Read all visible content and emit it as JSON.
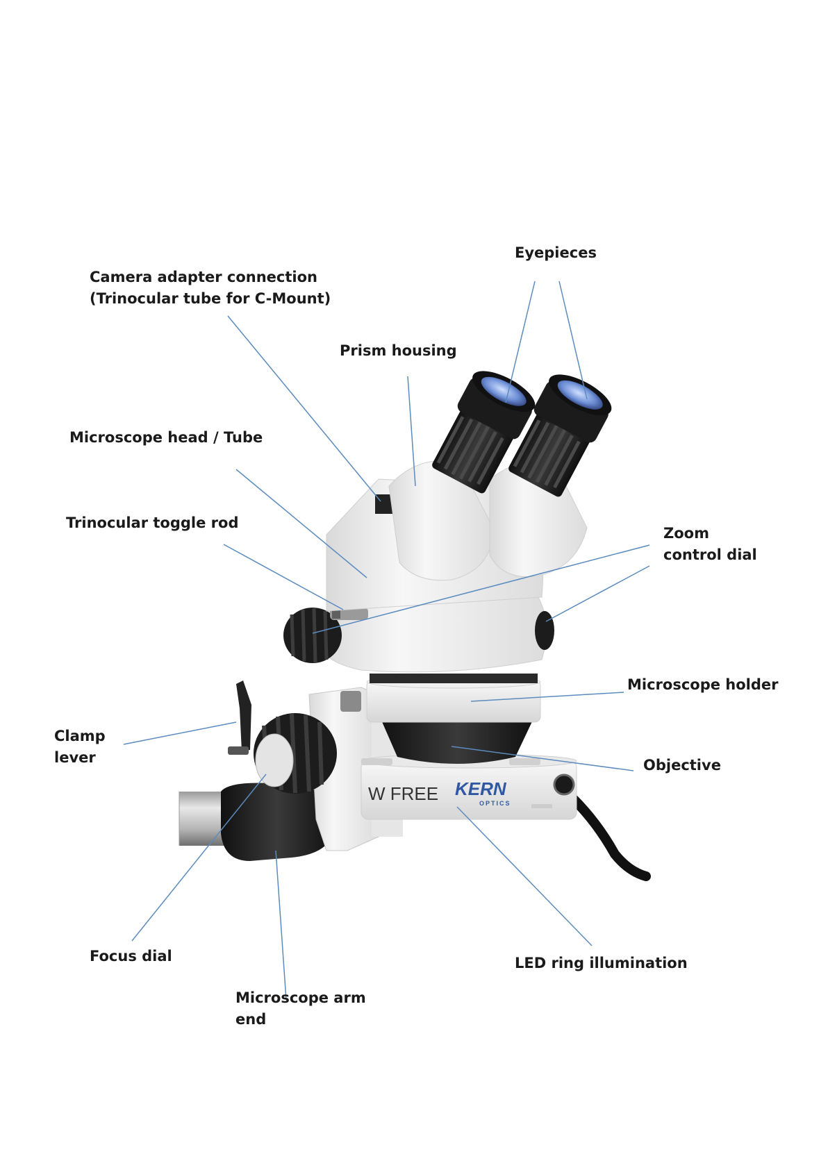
{
  "labels": {
    "eyepieces": "Eyepieces",
    "camera_adapter": [
      "Camera adapter connection",
      "(Trinocular tube for C-Mount)"
    ],
    "prism_housing": "Prism housing",
    "microscope_head": "Microscope head / Tube",
    "trinocular_toggle": "Trinocular toggle rod",
    "zoom_dial": [
      "Zoom",
      "control dial"
    ],
    "microscope_holder": "Microscope holder",
    "clamp_lever": [
      "Clamp",
      "lever"
    ],
    "objective": "Objective",
    "focus_dial": "Focus dial",
    "led_ring": "LED ring illumination",
    "arm_end": [
      "Microscope arm",
      "end"
    ]
  },
  "ring_print": {
    "brand": "KERN",
    "brand_sub": "OPTICS",
    "text": "W FREE"
  },
  "colors": {
    "leader_line": "#5b8bbf",
    "label_text": "#1a1a1a",
    "body_white": "#f2f2f2",
    "black_parts": "#1e1e1e",
    "brand_blue": "#2f57a3"
  }
}
